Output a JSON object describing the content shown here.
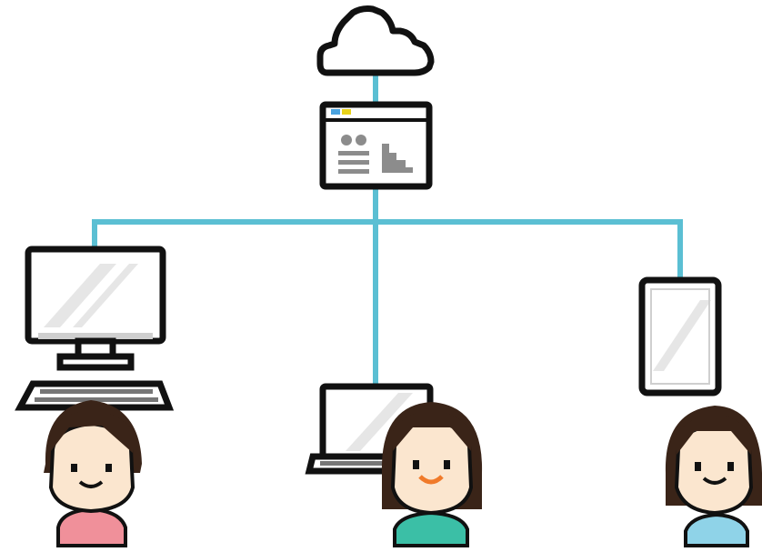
{
  "colors": {
    "connector": "#5bbfd3",
    "outline": "#111111",
    "screen_glare": "#e6e6e6",
    "app_gray": "#8c8c8c",
    "app_bar_blue": "#4aa3df",
    "app_bar_yellow": "#e8d21a",
    "hair": "#3a2418",
    "skin": "#fbe6cf",
    "cheek": "#f2a7a2",
    "user_left_shirt": "#f0909a",
    "user_middle_shirt": "#3bbfa6",
    "user_right_shirt": "#8fd3e8",
    "smile_orange": "#f07a2a"
  },
  "nodes": {
    "cloud": "cloud-icon",
    "web_app": "web-app-window-icon",
    "desktop": "desktop-computer-icon",
    "laptop": "laptop-icon",
    "tablet": "tablet-icon",
    "users": [
      "user-avatar-left",
      "user-avatar-middle",
      "user-avatar-right"
    ]
  }
}
